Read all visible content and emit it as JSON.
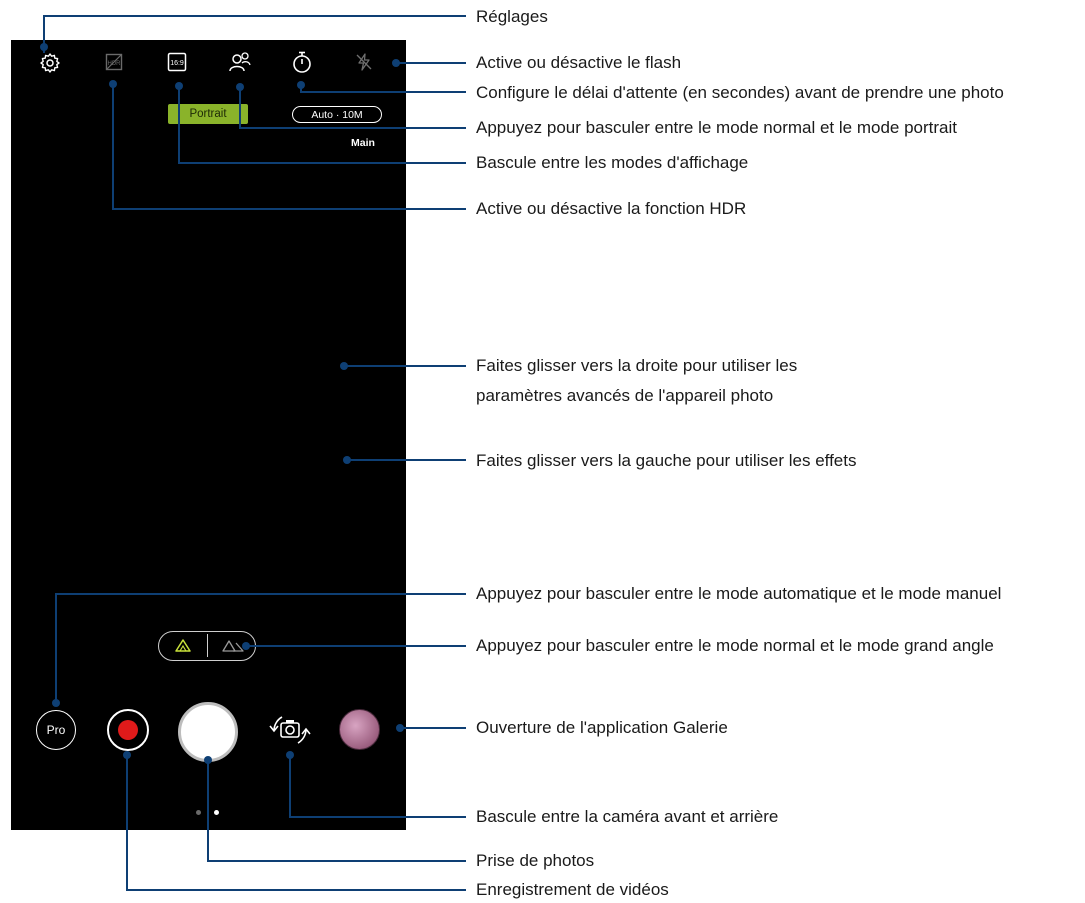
{
  "colors": {
    "leader": "#0e3f74",
    "screen": "#000000",
    "portrait_pill": "#8ab32a",
    "record_dot": "#e01a1a"
  },
  "camera_ui": {
    "top_icons": [
      "settings-gear-icon",
      "hdr-icon",
      "aspect-ratio-icon",
      "portrait-mode-icon",
      "timer-icon",
      "flash-off-icon"
    ],
    "aspect_label": "16:9",
    "portrait_label": "Portrait",
    "resolution_label": "Auto · 10M",
    "lens_label": "Main",
    "pro_label": "Pro",
    "bottom_icons": [
      "record-video-icon",
      "shutter-icon",
      "switch-camera-icon",
      "gallery-thumbnail-icon"
    ],
    "lens_icons": [
      "normal-lens-icon",
      "wide-angle-lens-icon"
    ]
  },
  "callouts": {
    "settings": "Réglages",
    "flash": "Active ou désactive le flash",
    "timer": "Configure le délai d'attente (en secondes) avant de prendre une photo",
    "portrait": "Appuyez pour basculer entre le mode normal et le mode portrait",
    "display_mode": "Bascule entre les modes d'affichage",
    "hdr": "Active ou désactive la fonction HDR",
    "swipe_right_line1": "Faites glisser vers la droite pour utiliser les",
    "swipe_right_line2": "paramètres avancés de l'appareil photo",
    "swipe_left": "Faites glisser vers la gauche pour utiliser les effets",
    "pro_mode": "Appuyez pour basculer entre le mode automatique et le mode manuel",
    "wide_angle": "Appuyez pour basculer entre le mode normal et le mode grand angle",
    "gallery": "Ouverture de l'application Galerie",
    "switch_camera": "Bascule entre la caméra avant et arrière",
    "take_photo": "Prise de photos",
    "record_video": "Enregistrement de vidéos"
  }
}
